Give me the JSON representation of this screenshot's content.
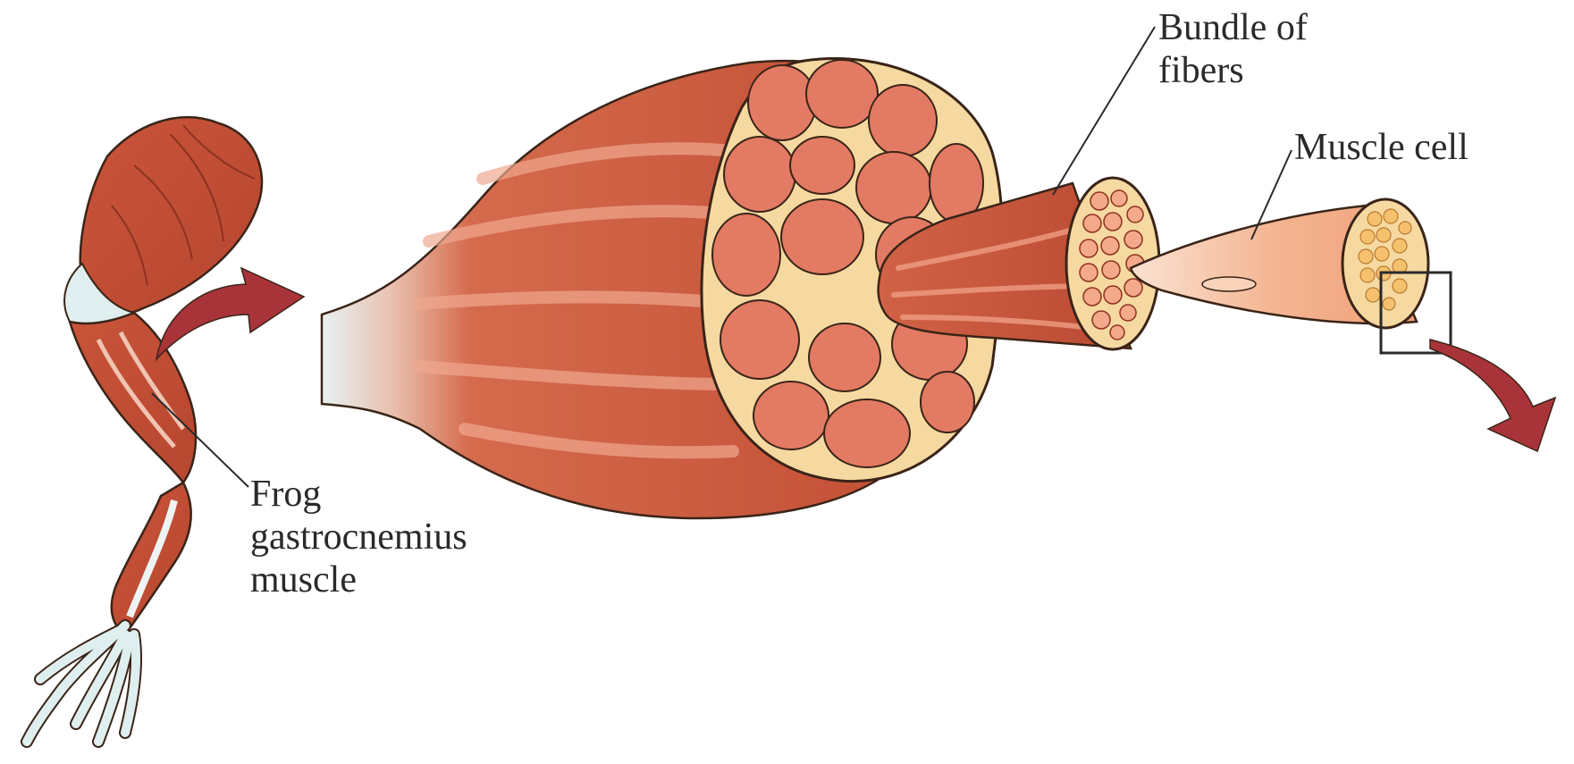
{
  "labels": {
    "bundle_line1": "Bundle of",
    "bundle_line2": "fibers",
    "muscle_cell": "Muscle cell",
    "frog_line1": "Frog",
    "frog_line2": "gastrocnemius",
    "frog_line3": "muscle"
  },
  "colors": {
    "muscle": "#c9553a",
    "muscle_dark": "#9e3a26",
    "muscle_light": "#e8876b",
    "tendon": "#dfeeee",
    "connective": "#f6d9a0",
    "cell": "#f3b08c",
    "cell_light": "#f9d2ba",
    "arrow": "#a8343a",
    "outline": "#3a2418"
  }
}
